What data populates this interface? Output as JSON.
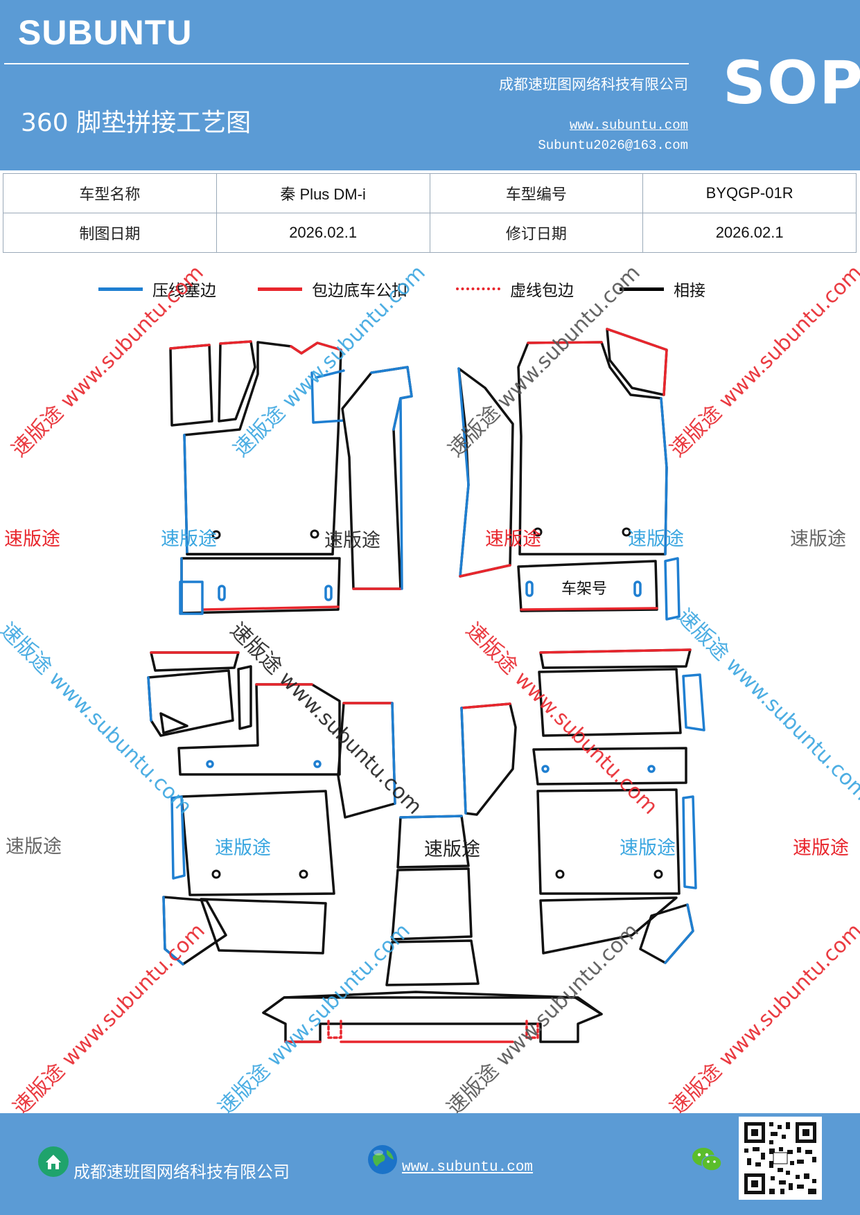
{
  "header": {
    "brand": "SUBUNTU",
    "title": "360 脚垫拼接工艺图",
    "company": "成都速班图网络科技有限公司",
    "website": "www.subuntu.com",
    "email": "Subuntu2026@163.com",
    "badge": "SOP",
    "bg_color": "#5b9bd5"
  },
  "info_table": {
    "model_name_label": "车型名称",
    "model_name": "秦 Plus DM-i",
    "model_code_label": "车型编号",
    "model_code": "BYQGP-01R",
    "draw_date_label": "制图日期",
    "draw_date": "2026.02.1",
    "revise_date_label": "修订日期",
    "revise_date": "2026.02.1"
  },
  "legend": [
    {
      "label": "压线塞边",
      "color": "#1f7fd1",
      "style": "solid"
    },
    {
      "label": "包边底车公扣",
      "color": "#e8262d",
      "style": "solid"
    },
    {
      "label": "虚线包边",
      "color": "#e8262d",
      "style": "dotted"
    },
    {
      "label": "相接",
      "color": "#000000",
      "style": "solid"
    }
  ],
  "diagram": {
    "frame_label": "车架号",
    "seam_colors": {
      "press": "#1f7fd1",
      "wrap": "#e8262d",
      "join": "#111111"
    }
  },
  "watermarks": {
    "brand_text": "速版途",
    "diagonal_text": "速版途 www.subuntu.com",
    "colors": {
      "red": "#e8262d",
      "blue": "#3aa6e0",
      "gray": "#666666"
    }
  },
  "footer": {
    "company": "成都速班图网络科技有限公司",
    "website": "www.subuntu.com",
    "bg_color": "#5b9bd5"
  },
  "icons": [
    "home-icon",
    "globe-icon",
    "wechat-icon",
    "qr-code"
  ]
}
